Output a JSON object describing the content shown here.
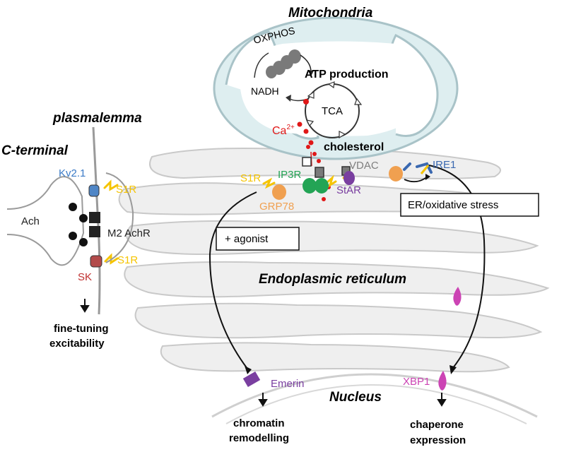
{
  "labels": {
    "mitochondria": "Mitochondria",
    "oxphos": "OXPHOS",
    "atp": "ATP production",
    "nadh": "NADH",
    "tca": "TCA",
    "ca": "Ca",
    "ca_sup": "2+",
    "cholesterol": "cholesterol",
    "plasmalemma": "plasmalemma",
    "c_terminal": "C-terminal",
    "kv21": "Kv2.1",
    "s1r_top": "S1R",
    "ach": "Ach",
    "m2achr": "M2 AchR",
    "s1r_bottom": "S1R",
    "sk": "SK",
    "s1r_er": "S1R",
    "ip3r": "IP3R",
    "vdac": "VDAC",
    "star": "StAR",
    "ire1": "IRE1",
    "grp78": "GRP78",
    "agonist": "+ agonist",
    "er_stress": "ER/oxidative stress",
    "er": "Endoplasmic reticulum",
    "fine1": "fine-tuning",
    "fine2": "excitability",
    "emerin": "Emerin",
    "xbp1": "XBP1",
    "nucleus": "Nucleus",
    "chromatin1": "chromatin",
    "chromatin2": "remodelling",
    "chaperone1": "chaperone",
    "chaperone2": "expression"
  },
  "colors": {
    "mito_fill": "#deeef0",
    "mito_stroke": "#a9c3c8",
    "er_fill": "#efefef",
    "er_stroke": "#c9c9c9",
    "membrane": "#9a9a9a",
    "s1r": "#f5c400",
    "grp78": "#f0a050",
    "ip3r": "#23a455",
    "star": "#7a3fa0",
    "kv": "#4f86c6",
    "sk": "#b24a4a",
    "ca": "#e01818",
    "emerin": "#7a3fa0",
    "xbp1": "#cc44b4",
    "ire1": "#3a68b0",
    "text_dark": "#000000"
  }
}
